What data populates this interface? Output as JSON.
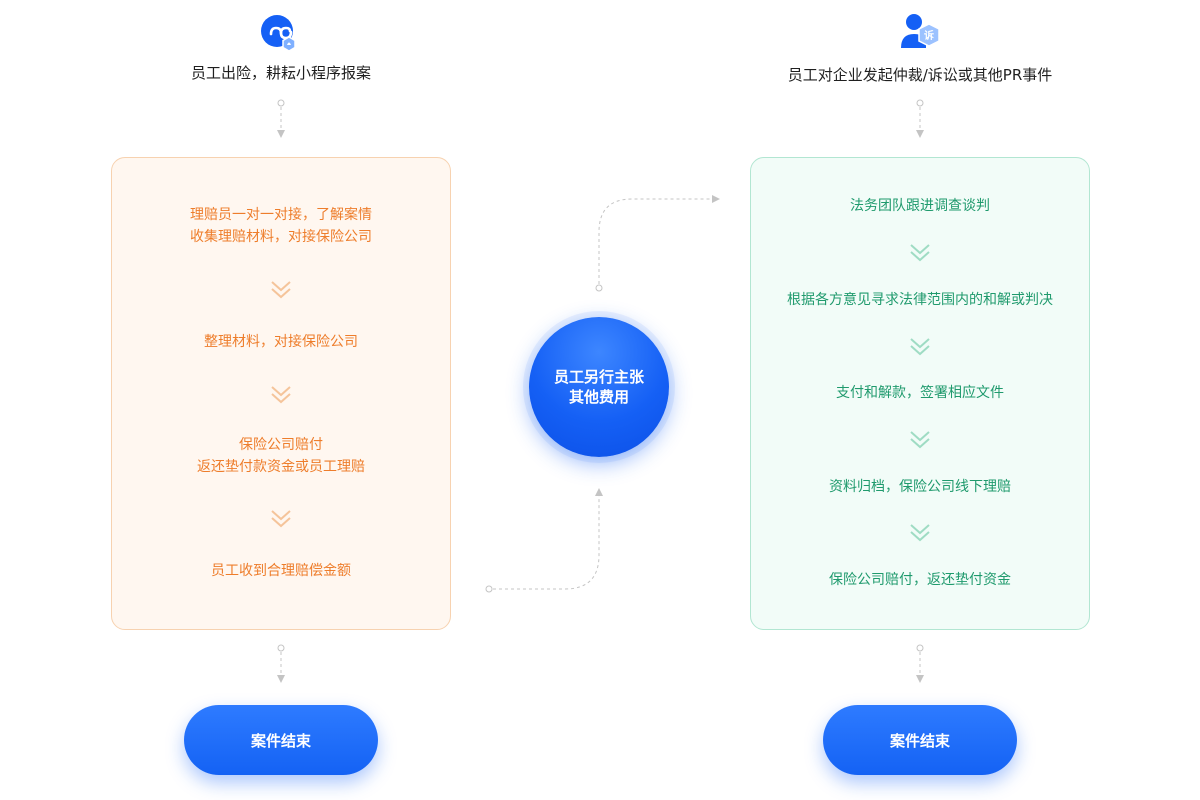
{
  "left_column": {
    "title": "员工出险，耕耘小程序报案",
    "icon": "mini-program-icon",
    "steps": [
      {
        "lines": [
          "理赔员一对一对接，了解案情",
          "收集理赔材料，对接保险公司"
        ]
      },
      {
        "lines": [
          "整理材料，对接保险公司"
        ]
      },
      {
        "lines": [
          "保险公司赔付",
          "返还垫付款资金或员工理赔"
        ]
      },
      {
        "lines": [
          "员工收到合理赔偿金额"
        ]
      }
    ],
    "end_label": "案件结束"
  },
  "center": {
    "lines": [
      "员工另行主张",
      "其他费用"
    ]
  },
  "right_column": {
    "title": "员工对企业发起仲裁/诉讼或其他PR事件",
    "icon": "user-lawsuit-icon",
    "icon_badge": "诉",
    "steps": [
      {
        "lines": [
          "法务团队跟进调查谈判"
        ]
      },
      {
        "lines": [
          "根据各方意见寻求法律范围内的和解或判决"
        ]
      },
      {
        "lines": [
          "支付和解款，签署相应文件"
        ]
      },
      {
        "lines": [
          "资料归档，保险公司线下理赔"
        ]
      },
      {
        "lines": [
          "保险公司赔付，返还垫付资金"
        ]
      }
    ],
    "end_label": "案件结束"
  },
  "colors": {
    "left_text": "#ee7d2b",
    "left_bg": "#fff7f0",
    "left_border": "#f7d2b0",
    "right_text": "#1f9a6d",
    "right_bg": "#f2fcf8",
    "right_border": "#b2e6d2",
    "primary_blue": "#1560f5",
    "connector": "#c4c4c4"
  }
}
